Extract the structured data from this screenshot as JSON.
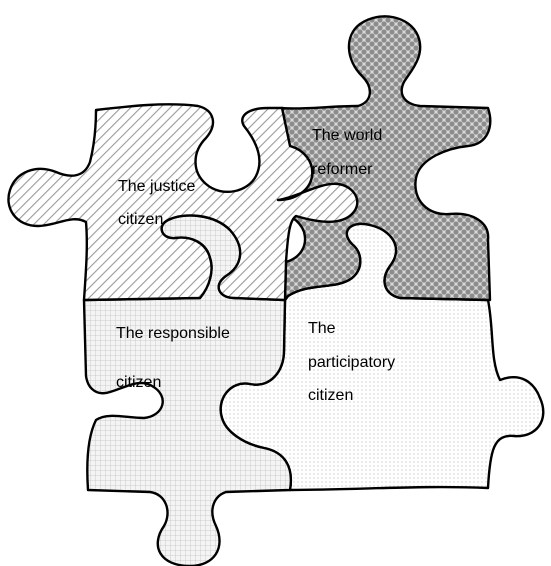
{
  "pieces": {
    "justice": {
      "line1": "The justice",
      "line2": "citizen"
    },
    "world": {
      "line1": "The world",
      "line2": "reformer"
    },
    "responsible": {
      "line1": "The responsible",
      "line2": "citizen"
    },
    "participatory": {
      "line1": "The",
      "line2": "participatory",
      "line3": "citizen"
    }
  },
  "colors": {
    "outline": "#000000",
    "background": "#ffffff",
    "pattern_ink": "#8a8a8a"
  }
}
